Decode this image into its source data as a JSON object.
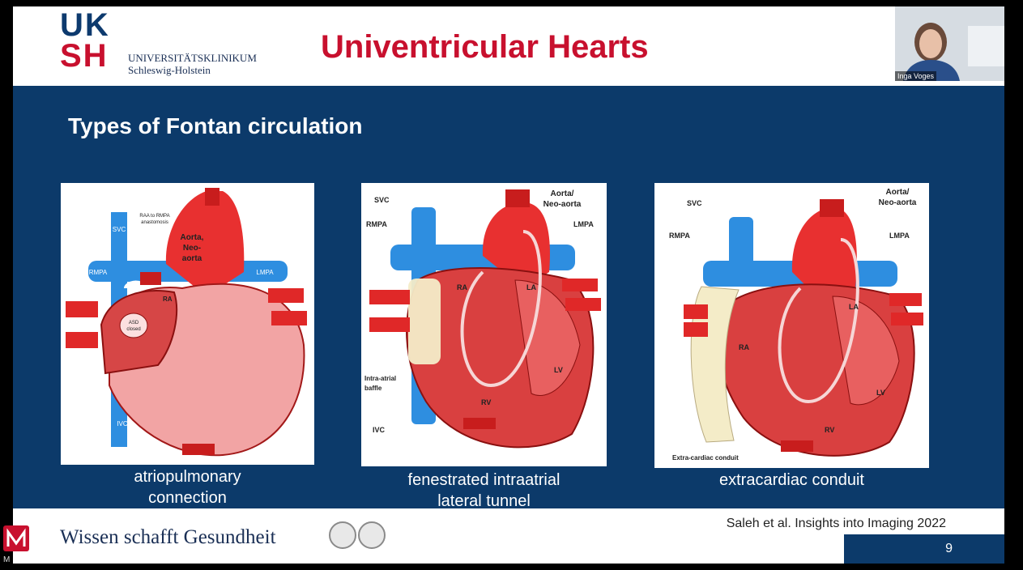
{
  "header": {
    "logo_top": "UK",
    "logo_bottom": "SH",
    "institution_line1": "UNIVERSITÄTSKLINIKUM",
    "institution_line2": "Schleswig-Holstein",
    "title": "Univentricular Hearts"
  },
  "main": {
    "subtitle": "Types of Fontan circulation",
    "panels": [
      {
        "caption_line1": "atriopulmonary",
        "caption_line2": "connection",
        "labels": {
          "svc": "SVC",
          "raa": "RAA to RMPA",
          "raa2": "anastomosis",
          "aorta1": "Aorta,",
          "aorta2": "Neo-",
          "aorta3": "aorta",
          "rmpa": "RMPA",
          "lmpa": "LMPA",
          "ra": "RA",
          "asd1": "ASD",
          "asd2": "closed",
          "ivc": "IVC"
        }
      },
      {
        "caption_line1": "fenestrated intraatrial",
        "caption_line2": "lateral tunnel",
        "labels": {
          "svc": "SVC",
          "aorta1": "Aorta/",
          "aorta2": "Neo-aorta",
          "rmpa": "RMPA",
          "lmpa": "LMPA",
          "ra": "RA",
          "la": "LA",
          "lv": "LV",
          "rv": "RV",
          "baffle1": "Intra-atrial",
          "baffle2": "baffle",
          "ivc": "IVC"
        }
      },
      {
        "caption_line1": "extracardiac conduit",
        "labels": {
          "svc": "SVC",
          "aorta1": "Aorta/",
          "aorta2": "Neo-aorta",
          "rmpa": "RMPA",
          "lmpa": "LMPA",
          "ra": "RA",
          "la": "LA",
          "lv": "LV",
          "rv": "RV",
          "conduit": "Extra-cardiac conduit"
        }
      }
    ]
  },
  "footer": {
    "motto": "Wissen schafft Gesundheit",
    "citation": "Saleh et al. Insights into Imaging 2022",
    "page_number": "9"
  },
  "webcam": {
    "presenter_name": "Inga Voges"
  },
  "corner": {
    "letter": "M"
  },
  "colors": {
    "brand_red": "#c8102e",
    "brand_blue": "#0c3a6a",
    "vessel_blue": "#2e8ee0",
    "heart_red": "#e83030"
  }
}
